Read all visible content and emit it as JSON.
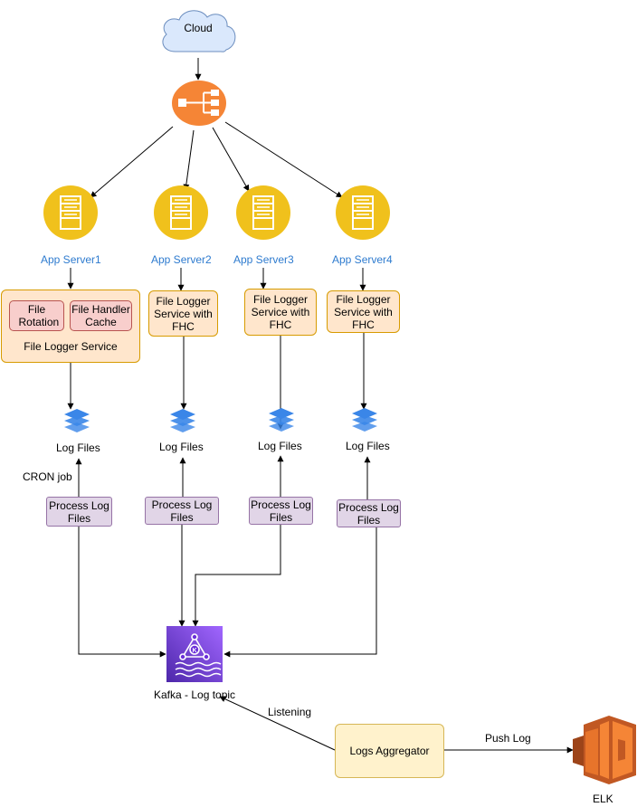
{
  "colors": {
    "server": "#F0C11C",
    "loadbalancer": "#F58536",
    "cloud_fill": "#DAE8FC",
    "cloud_stroke": "#6C8EBF",
    "kafka": "#6B2FD9",
    "elk": "#E7742B",
    "layers": "#3A86E8",
    "server_label": "#2E7BCF"
  },
  "cloud": {
    "label": "Cloud",
    "icon": "cloud-icon"
  },
  "load_balancer": {
    "icon": "load-balancer-icon"
  },
  "servers": [
    {
      "label": "App Server1",
      "icon": "server-icon"
    },
    {
      "label": "App Server2",
      "icon": "server-icon"
    },
    {
      "label": "App Server3",
      "icon": "server-icon"
    },
    {
      "label": "App Server4",
      "icon": "server-icon"
    }
  ],
  "logger_main": {
    "title": "File Logger Service",
    "rotation": "File Rotation",
    "handler_cache": "File Handler Cache"
  },
  "logger_fhc": [
    "File Logger Service with FHC",
    "File Logger Service with FHC",
    "File Logger Service with FHC"
  ],
  "log_files": [
    {
      "label": "Log Files",
      "icon": "layers-icon"
    },
    {
      "label": "Log Files",
      "icon": "layers-icon"
    },
    {
      "label": "Log Files",
      "icon": "layers-icon"
    },
    {
      "label": "Log Files",
      "icon": "layers-icon"
    }
  ],
  "cron_label": "CRON job",
  "process": [
    "Process Log Files",
    "Process Log Files",
    "Process Log Files",
    "Process Log Files"
  ],
  "kafka": {
    "label": "Kafka - Log topic",
    "icon": "kafka-icon"
  },
  "aggregator": {
    "label": "Logs Aggregator"
  },
  "edges": {
    "listening": "Listening",
    "push_log": "Push Log"
  },
  "elk": {
    "label": "ELK",
    "icon": "elk-icon"
  }
}
